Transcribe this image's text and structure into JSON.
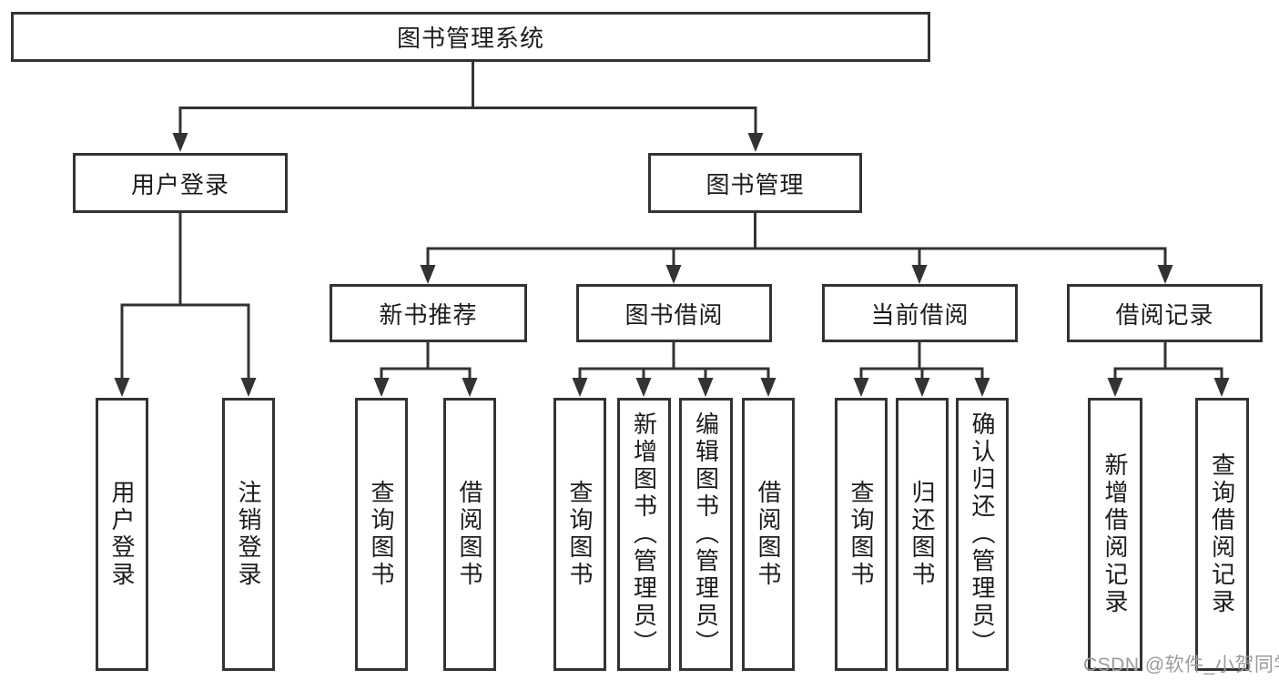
{
  "diagram": {
    "type": "hierarchy",
    "nodes": {
      "root": "图书管理系统",
      "level2": [
        "用户登录",
        "图书管理"
      ],
      "level3": [
        "新书推荐",
        "图书借阅",
        "当前借阅",
        "借阅记录"
      ],
      "leaves": [
        "用户登录",
        "注销登录",
        "查询图书",
        "借阅图书",
        "查询图书",
        "新增图书（管理员）",
        "编辑图书（管理员）",
        "借阅图书",
        "查询图书",
        "归还图书",
        "确认归还（管理员）",
        "新增借阅记录",
        "查询借阅记录"
      ]
    },
    "edges": [
      {
        "from": "图书管理系统",
        "to": [
          "用户登录",
          "图书管理"
        ]
      },
      {
        "from": "用户登录",
        "to": [
          "用户登录",
          "注销登录"
        ]
      },
      {
        "from": "图书管理",
        "to": [
          "新书推荐",
          "图书借阅",
          "当前借阅",
          "借阅记录"
        ]
      },
      {
        "from": "新书推荐",
        "to": [
          "查询图书",
          "借阅图书"
        ]
      },
      {
        "from": "图书借阅",
        "to": [
          "查询图书",
          "新增图书（管理员）",
          "编辑图书（管理员）",
          "借阅图书"
        ]
      },
      {
        "from": "当前借阅",
        "to": [
          "查询图书",
          "归还图书",
          "确认归还（管理员）"
        ]
      },
      {
        "from": "借阅记录",
        "to": [
          "新增借阅记录",
          "查询借阅记录"
        ]
      }
    ]
  },
  "watermark": {
    "text": "CSDN @软件_小贺同学"
  },
  "colors": {
    "line": "#333333",
    "box_border": "#333333",
    "box_fill": "#ffffff",
    "text": "#1c1c1c",
    "watermark": "#9b9b9b",
    "background": "#ffffff"
  }
}
